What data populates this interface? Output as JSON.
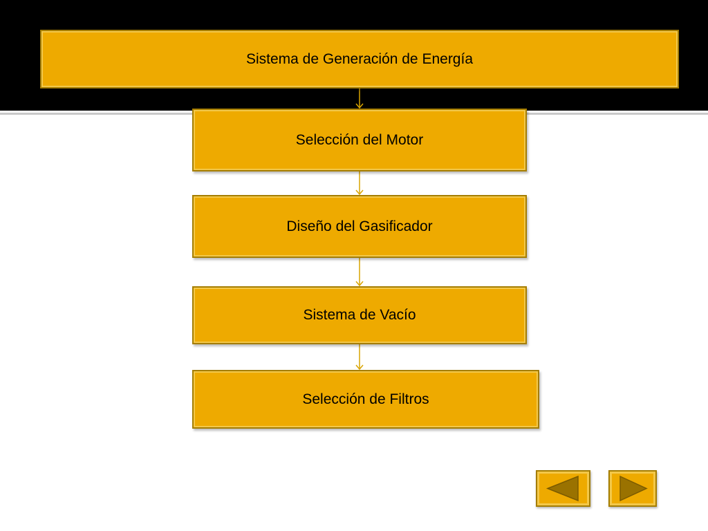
{
  "colors": {
    "box_fill": "#eeaa00",
    "box_border": "#a57d00",
    "connector": "#d9a400",
    "header_band": "#000000",
    "nav_arrow": "#9a7200"
  },
  "flowchart": {
    "nodes": [
      {
        "id": "root",
        "label": "Sistema de Generación de Energía"
      },
      {
        "id": "motor",
        "label": "Selección del Motor"
      },
      {
        "id": "gasificador",
        "label": "Diseño del Gasificador"
      },
      {
        "id": "vacio",
        "label": "Sistema de Vacío"
      },
      {
        "id": "filtros",
        "label": "Selección de Filtros"
      }
    ],
    "edges": [
      {
        "from": "root",
        "to": "motor"
      },
      {
        "from": "motor",
        "to": "gasificador"
      },
      {
        "from": "gasificador",
        "to": "vacio"
      },
      {
        "from": "vacio",
        "to": "filtros"
      }
    ]
  },
  "navigation": {
    "previous_icon": "triangle-left-icon",
    "next_icon": "triangle-right-icon"
  }
}
